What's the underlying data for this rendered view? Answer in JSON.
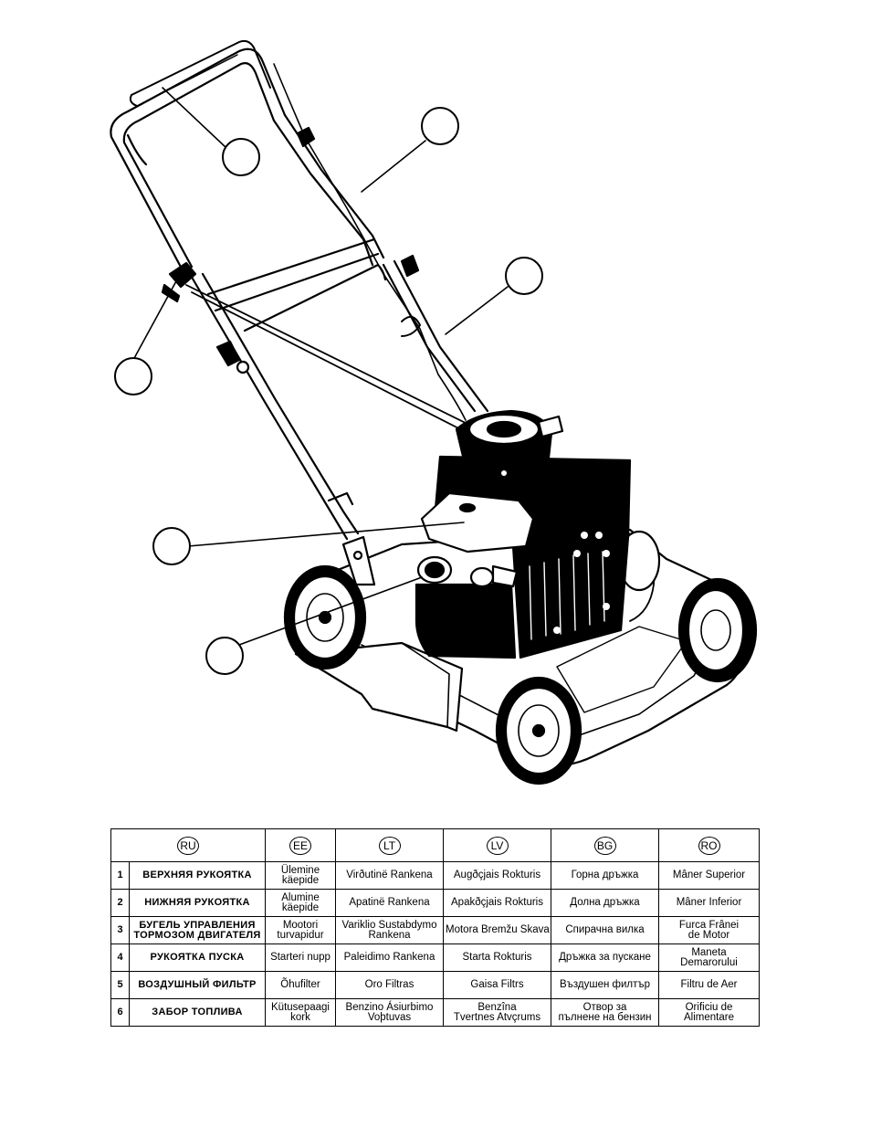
{
  "languages": [
    "RU",
    "EE",
    "LT",
    "LV",
    "BG",
    "RO"
  ],
  "parts": [
    {
      "num": "1",
      "ru": [
        "ВЕРХНЯЯ РУКОЯТКА"
      ],
      "ee": [
        "Ülemine",
        "käepide"
      ],
      "lt": [
        "Virðutinë Rankena"
      ],
      "lv": [
        "Augðçjais Rokturis"
      ],
      "bg": [
        "Горна дръжка"
      ],
      "ro": [
        "Mâner Superior"
      ]
    },
    {
      "num": "2",
      "ru": [
        "НИЖНЯЯ РУКОЯТКА"
      ],
      "ee": [
        "Alumine",
        "käepide"
      ],
      "lt": [
        "Apatinë Rankena"
      ],
      "lv": [
        "Apakðçjais Rokturis"
      ],
      "bg": [
        "Долна дръжка"
      ],
      "ro": [
        "Mâner Inferior"
      ]
    },
    {
      "num": "3",
      "ru": [
        "БУГЕЛЬ УПРАВЛЕНИЯ",
        "ТОРМОЗОМ ДВИГАТЕЛЯ"
      ],
      "ee": [
        "Mootori",
        "turvapidur"
      ],
      "lt": [
        "Variklio Sustabdymo",
        "Rankena"
      ],
      "lv": [
        "Motora Bremžu Skava"
      ],
      "bg": [
        "Спирачна вилка"
      ],
      "ro": [
        "Furca Frânei",
        "de Motor"
      ]
    },
    {
      "num": "4",
      "ru": [
        "РУКОЯТКА ПУСКА"
      ],
      "ee": [
        "Starteri nupp"
      ],
      "lt": [
        "Paleidimo Rankena"
      ],
      "lv": [
        "Starta Rokturis"
      ],
      "bg": [
        "Дръжка за пускане"
      ],
      "ro": [
        "Maneta",
        "Demarorului"
      ]
    },
    {
      "num": "5",
      "ru": [
        "ВОЗДУШНЫЙ ФИЛЬТР"
      ],
      "ee": [
        "Õhufilter"
      ],
      "lt": [
        "Oro Filtras"
      ],
      "lv": [
        "Gaisa Filtrs"
      ],
      "bg": [
        "Въздушен филтър"
      ],
      "ro": [
        "Filtru de Aer"
      ]
    },
    {
      "num": "6",
      "ru": [
        "ЗАБОР ТОПЛИВА"
      ],
      "ee": [
        "Kütusepaagi",
        "kork"
      ],
      "lt": [
        "Benzino Ásiurbimo",
        "Voþtuvas"
      ],
      "lv": [
        "Benzîna",
        "Tvertnes Atvçrums"
      ],
      "bg": [
        "Отвор за",
        "пълнене на бензин"
      ],
      "ro": [
        "Orificiu de",
        "Alimentare"
      ]
    }
  ]
}
